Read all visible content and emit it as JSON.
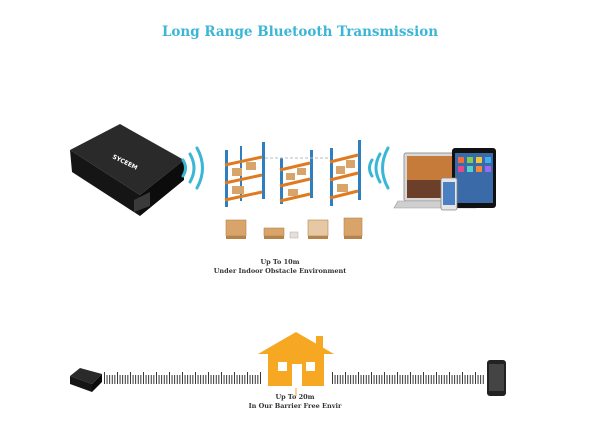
{
  "title": "Long Range Bluetooth Transmission",
  "device_brand": "SYCEEM",
  "indoor": {
    "distance": "Up To 10m",
    "environment": "Under Indoor Obstacle Environment"
  },
  "outdoor": {
    "distance": "Up To 20m",
    "environment": "In Our Barrier Free Envir"
  },
  "colors": {
    "accent": "#3bb6d6",
    "shelf_frame": "#2e7fc1",
    "shelf_beam": "#e07a1f",
    "house": "#f7a823"
  }
}
